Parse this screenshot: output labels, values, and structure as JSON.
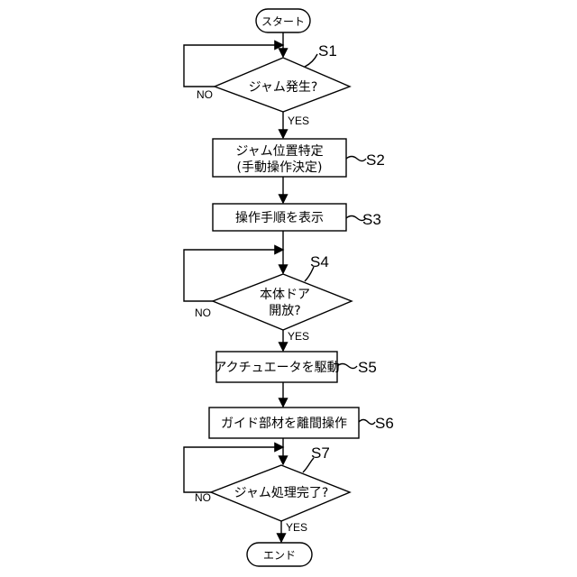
{
  "flowchart": {
    "start": "スタート",
    "end": "エンド",
    "yes_label": "YES",
    "no_label": "NO",
    "steps": {
      "s1": {
        "id": "S1",
        "text": "ジャム発生?"
      },
      "s2": {
        "id": "S2",
        "line1": "ジャム位置特定",
        "line2": "(手動操作決定)"
      },
      "s3": {
        "id": "S3",
        "text": "操作手順を表示"
      },
      "s4": {
        "id": "S4",
        "line1": "本体ドア",
        "line2": "開放?"
      },
      "s5": {
        "id": "S5",
        "text": "アクチュエータを駆動"
      },
      "s6": {
        "id": "S6",
        "text": "ガイド部材を離間操作"
      },
      "s7": {
        "id": "S7",
        "text": "ジャム処理完了?"
      }
    }
  }
}
